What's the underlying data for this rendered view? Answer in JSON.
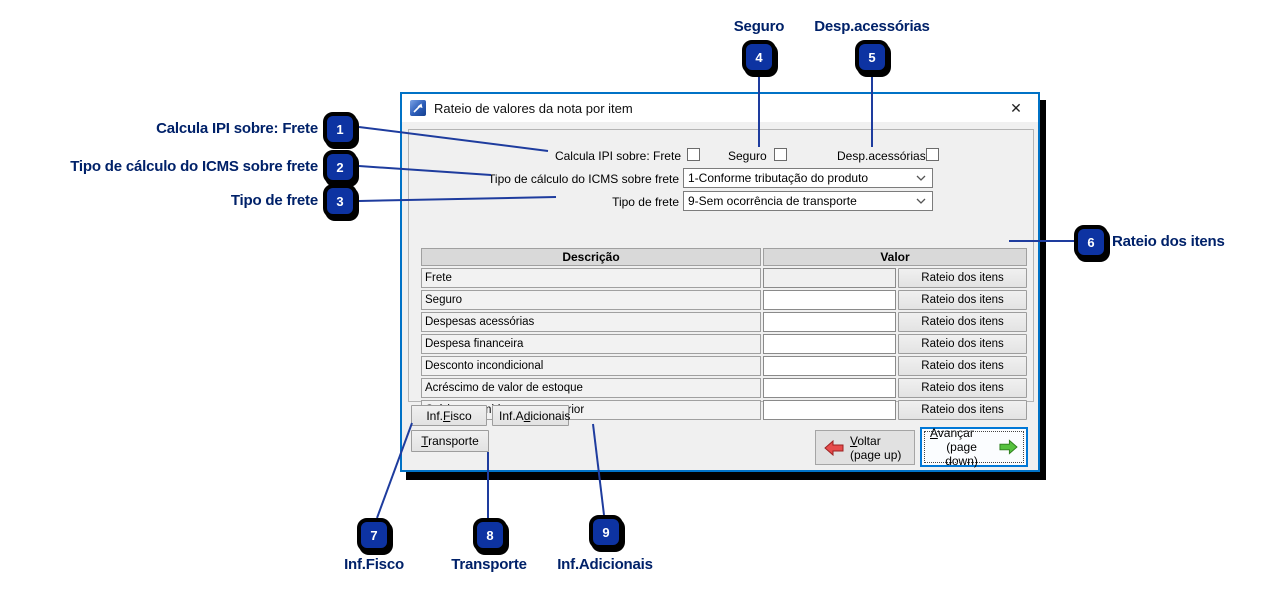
{
  "window": {
    "title": "Rateio de valores da nota por item",
    "close_glyph": "✕"
  },
  "form": {
    "checkboxes": [
      {
        "label": "Calcula IPI sobre: Frete",
        "checked": false
      },
      {
        "label": "Seguro",
        "checked": false
      },
      {
        "label": "Desp.acessórias",
        "checked": false
      }
    ],
    "icms": {
      "label": "Tipo de cálculo do ICMS sobre frete",
      "value": "1-Conforme tributação do produto"
    },
    "frete": {
      "label": "Tipo de frete",
      "value": "9-Sem ocorrência de transporte"
    }
  },
  "table": {
    "headers": {
      "descricao": "Descrição",
      "valor": "Valor"
    },
    "action_label": "Rateio dos itens",
    "rows": [
      {
        "label": "Frete",
        "value": "",
        "disabled": true
      },
      {
        "label": "Seguro",
        "value": "",
        "disabled": false
      },
      {
        "label": "Despesas acessórias",
        "value": "",
        "disabled": false
      },
      {
        "label": "Despesa financeira",
        "value": "",
        "disabled": false
      },
      {
        "label": "Desconto incondicional",
        "value": "",
        "disabled": false
      },
      {
        "label": "Acréscimo de valor de estoque",
        "value": "",
        "disabled": false
      },
      {
        "label": "Créd.presumido retenç.anterior",
        "value": "",
        "disabled": false
      }
    ]
  },
  "buttons": {
    "inf_fisco": {
      "pre": "Inf.",
      "key": "F",
      "post": "isco"
    },
    "inf_adicionais": {
      "pre": "Inf.A",
      "key": "d",
      "post": "icionais"
    },
    "transporte": {
      "pre": "",
      "key": "T",
      "post": "ransporte"
    },
    "voltar": {
      "pre": "",
      "key": "V",
      "post": "oltar",
      "sub": "(page up)"
    },
    "avancar": {
      "pre": "",
      "key": "A",
      "post": "vançar",
      "sub": "(page down)"
    }
  },
  "callouts": [
    {
      "n": "1",
      "label": "Calcula IPI sobre: Frete"
    },
    {
      "n": "2",
      "label": "Tipo de cálculo do ICMS sobre frete"
    },
    {
      "n": "3",
      "label": "Tipo de frete"
    },
    {
      "n": "4",
      "label": "Seguro"
    },
    {
      "n": "5",
      "label": "Desp.acessórias"
    },
    {
      "n": "6",
      "label": "Rateio dos itens"
    },
    {
      "n": "7",
      "label": "Inf.Fisco"
    },
    {
      "n": "8",
      "label": "Transporte"
    },
    {
      "n": "9",
      "label": "Inf.Adicionais"
    }
  ],
  "colors": {
    "annotation_text": "#002169",
    "badge_fill": "#0d33a2",
    "callout_line": "#1e3c9e",
    "dialog_border": "#0072c6",
    "client_bg": "#f0f0f0",
    "table_header_bg": "#d9d9d9",
    "focus_border": "#0078d7",
    "back_arrow": "#e64c4c",
    "forward_arrow": "#55c13e"
  }
}
